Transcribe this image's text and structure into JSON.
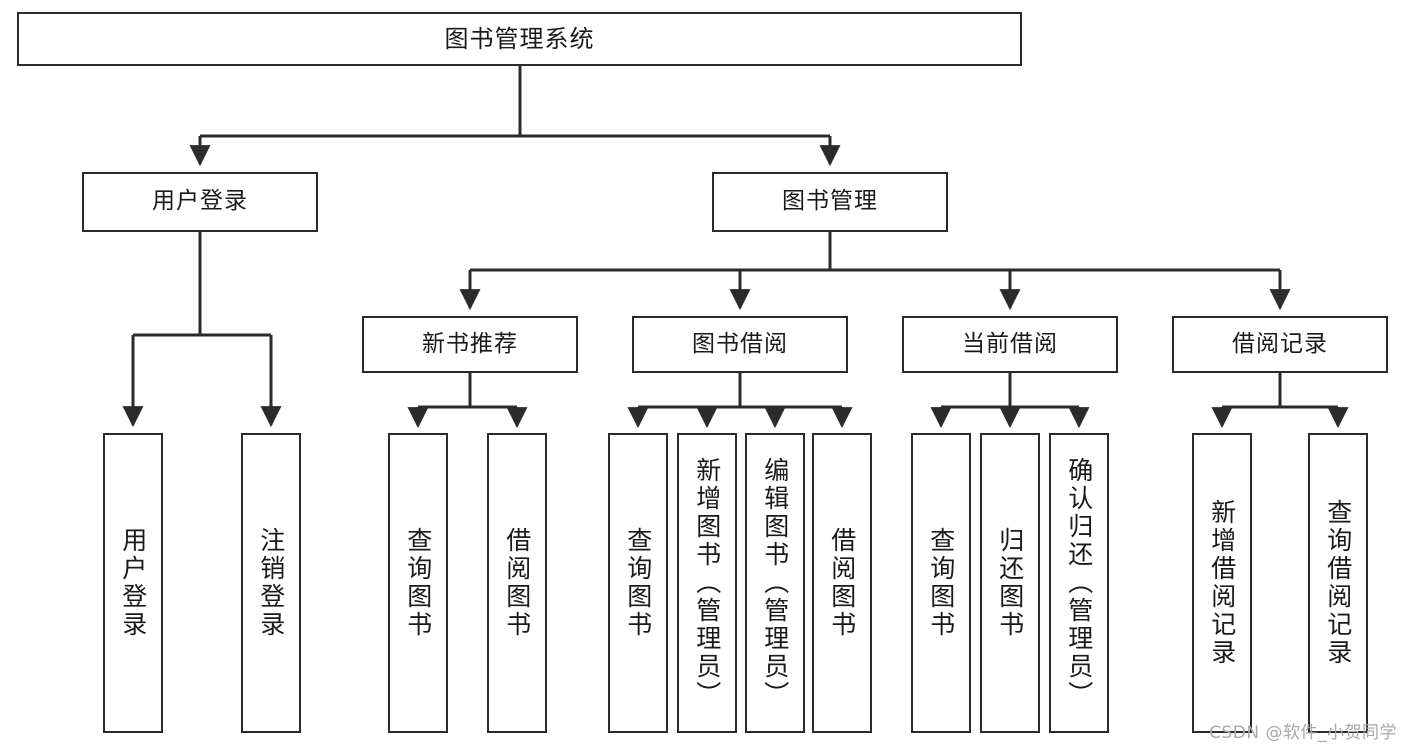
{
  "diagram": {
    "title": "图书管理系统",
    "type": "tree",
    "watermark": "CSDN @软件_小贺同学",
    "colors": {
      "stroke": "#2b2b2b",
      "fill": "#ffffff",
      "text": "#1a1a1a",
      "watermark": "#a8a8a8"
    },
    "root": {
      "label": "图书管理系统"
    },
    "level2": [
      {
        "label": "用户登录"
      },
      {
        "label": "图书管理"
      }
    ],
    "level3": [
      {
        "label": "新书推荐"
      },
      {
        "label": "图书借阅"
      },
      {
        "label": "当前借阅"
      },
      {
        "label": "借阅记录"
      }
    ],
    "leaves": {
      "user_login": [
        {
          "label": "用户登录"
        },
        {
          "label": "注销登录"
        }
      ],
      "new_book_recommend": [
        {
          "label": "查询图书"
        },
        {
          "label": "借阅图书"
        }
      ],
      "book_borrow": [
        {
          "label": "查询图书"
        },
        {
          "label": "新增图书（管理员）"
        },
        {
          "label": "编辑图书（管理员）"
        },
        {
          "label": "借阅图书"
        }
      ],
      "current_borrow": [
        {
          "label": "查询图书"
        },
        {
          "label": "归还图书"
        },
        {
          "label": "确认归还（管理员）"
        }
      ],
      "borrow_record": [
        {
          "label": "新增借阅记录"
        },
        {
          "label": "查询借阅记录"
        }
      ]
    }
  }
}
